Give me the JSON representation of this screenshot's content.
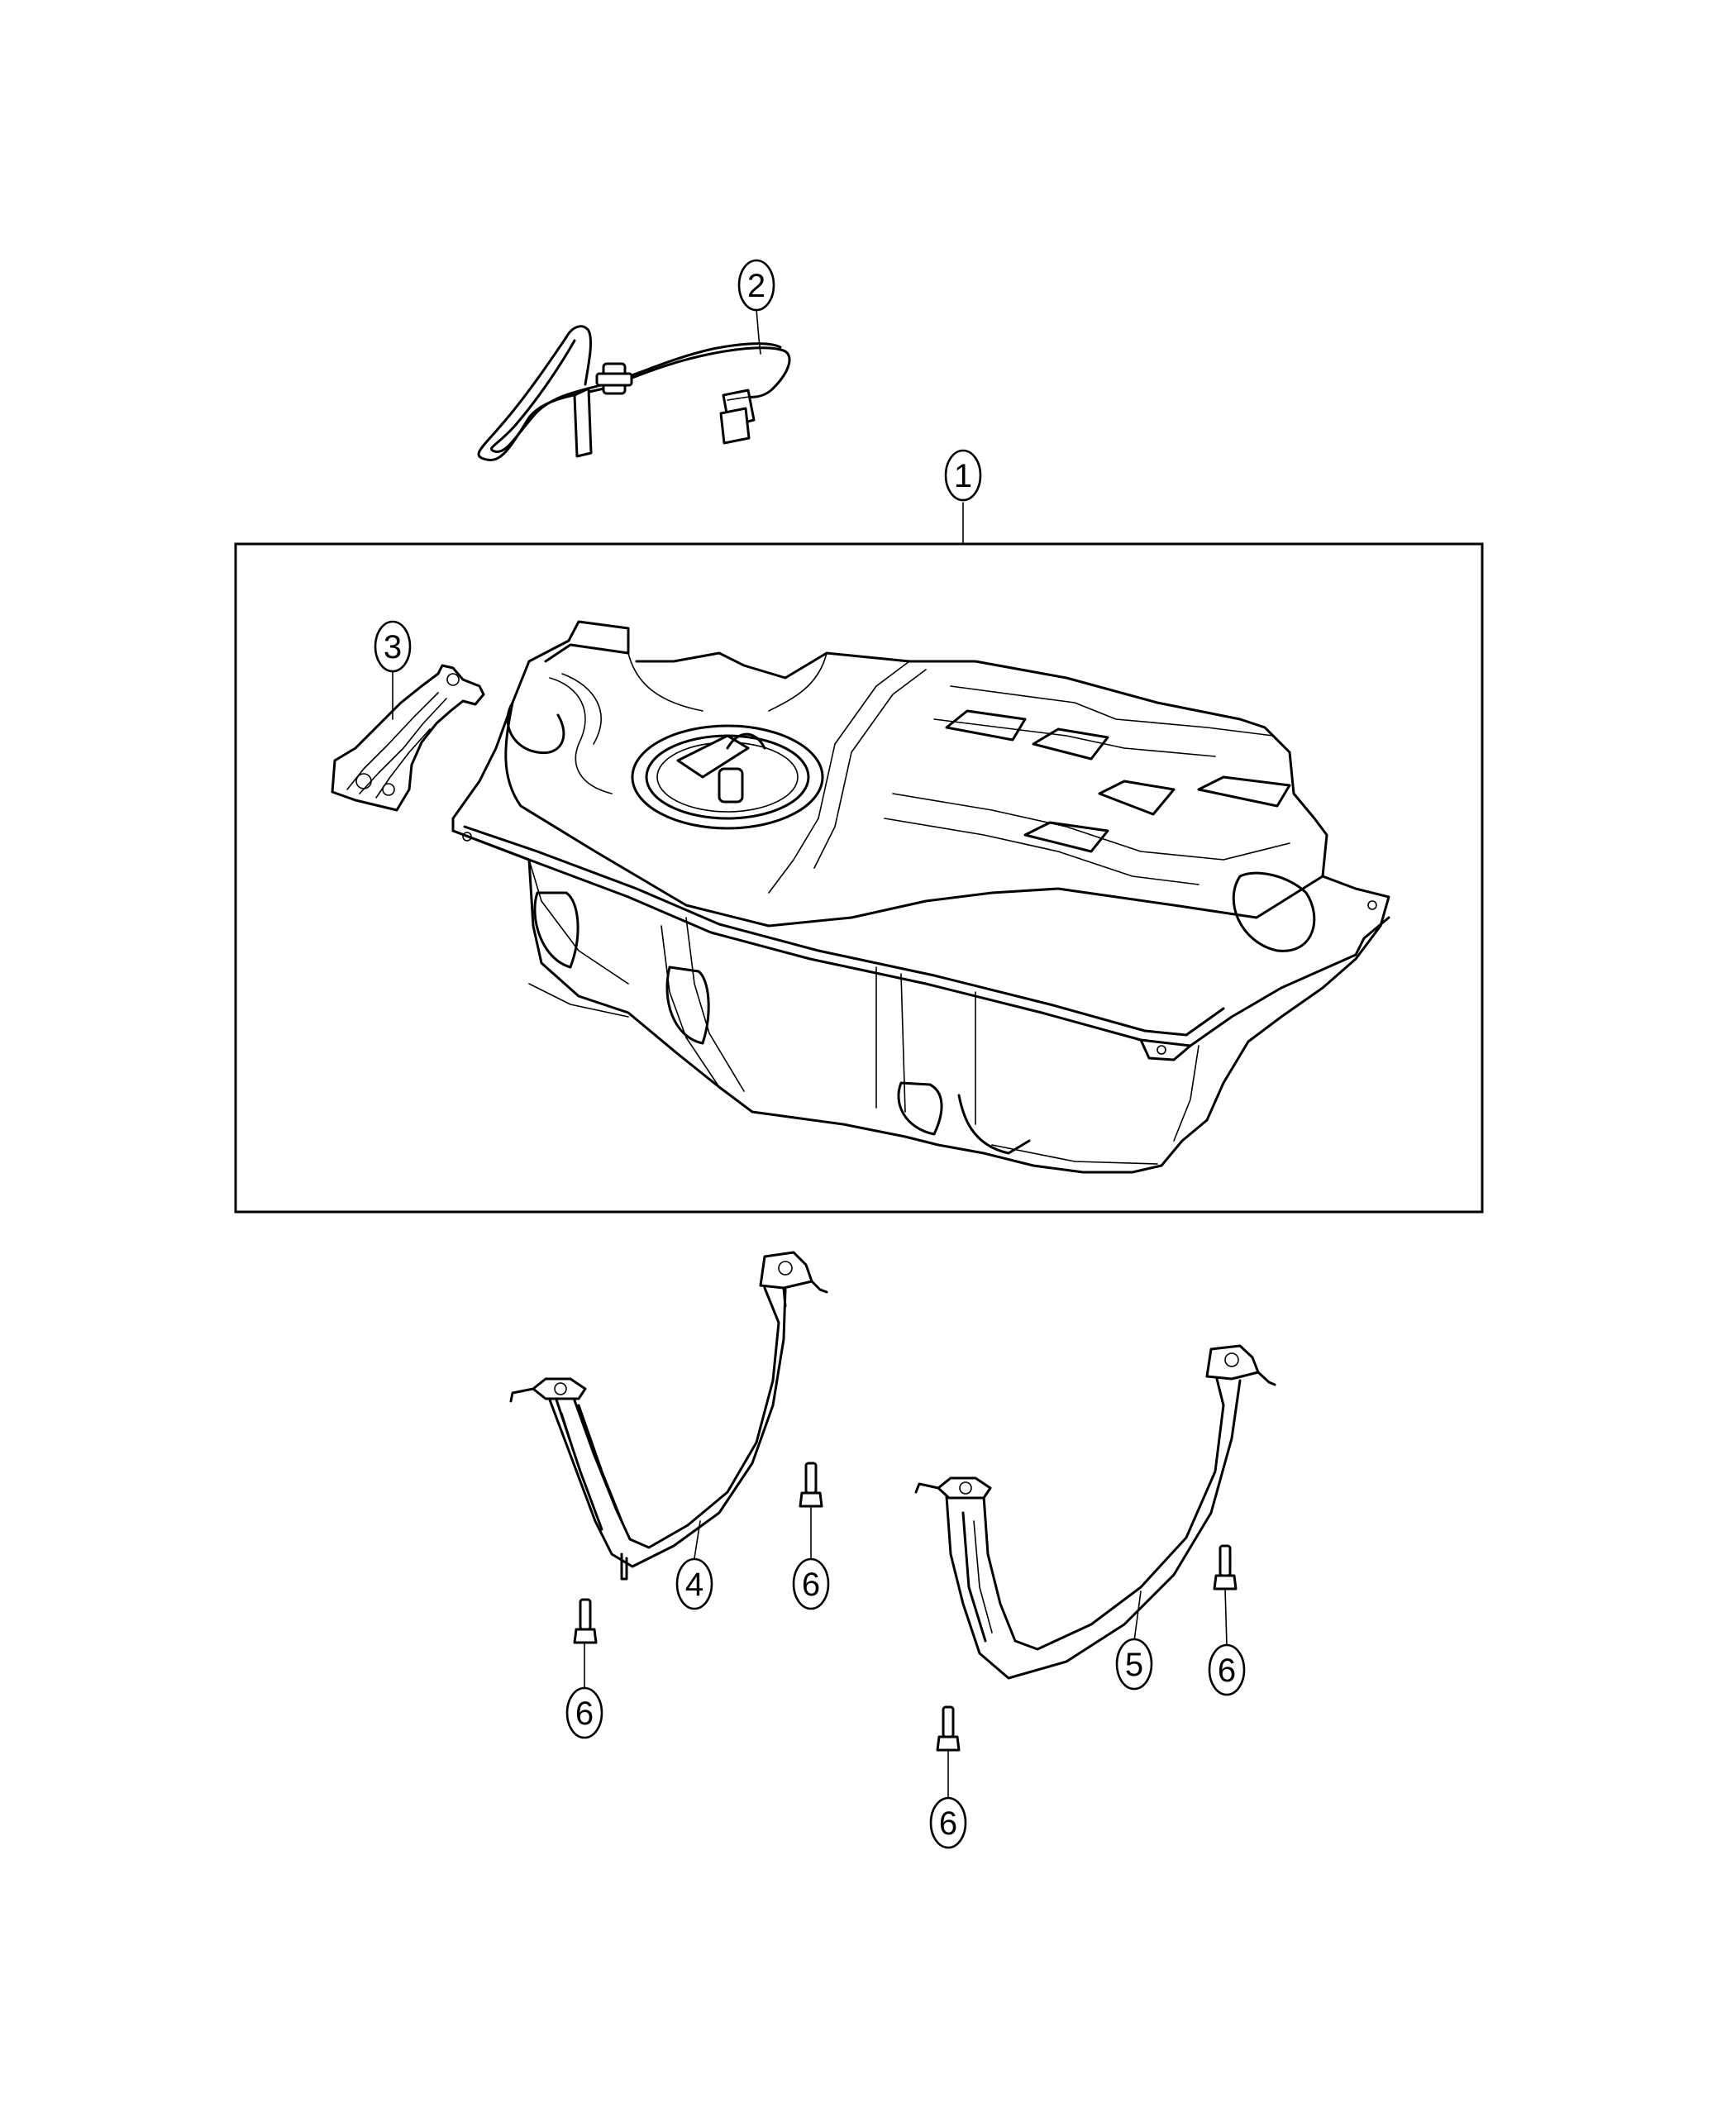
{
  "callouts": [
    {
      "id": "1",
      "label": "1"
    },
    {
      "id": "2",
      "label": "2"
    },
    {
      "id": "3",
      "label": "3"
    },
    {
      "id": "4",
      "label": "4"
    },
    {
      "id": "5",
      "label": "5"
    },
    {
      "id": "6a",
      "label": "6"
    },
    {
      "id": "6b",
      "label": "6"
    },
    {
      "id": "6c",
      "label": "6"
    },
    {
      "id": "6d",
      "label": "6"
    }
  ]
}
